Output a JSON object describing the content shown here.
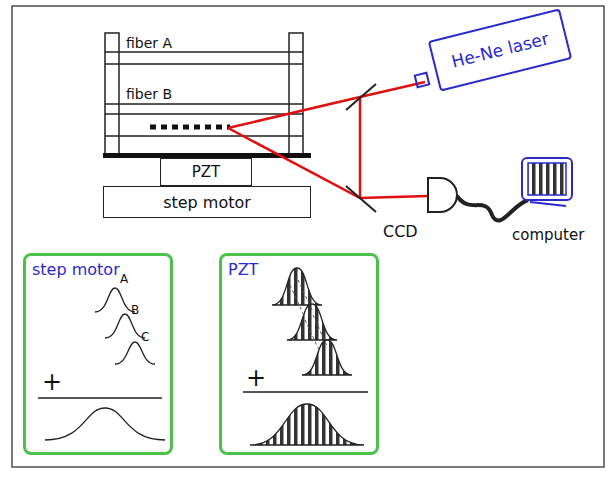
{
  "diagram": {
    "nodes": [
      {
        "text": [
          "PZT"
        ]
      },
      {
        "text": [
          "step motor"
        ]
      },
      {
        "text": [
          "He-Ne laser"
        ]
      },
      {
        "text": [
          "step motor"
        ]
      },
      {
        "text": [
          "PZT"
        ]
      }
    ],
    "labels": [
      "fiber A",
      "fiber B",
      "CCD",
      "computer",
      "A",
      "B",
      "C",
      "+",
      "+"
    ]
  }
}
